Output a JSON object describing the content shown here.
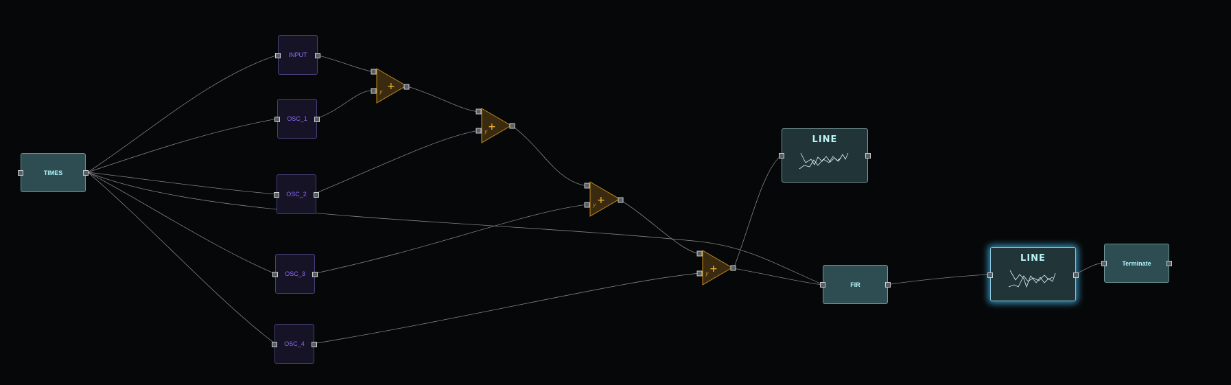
{
  "nodes": {
    "times": {
      "label": "TIMES"
    },
    "input": {
      "label": "INPUT"
    },
    "osc1": {
      "label": "OSC_1"
    },
    "osc2": {
      "label": "OSC_2"
    },
    "osc3": {
      "label": "OSC_3"
    },
    "osc4": {
      "label": "OSC_4"
    },
    "line1": {
      "label": "LINE"
    },
    "line2": {
      "label": "LINE"
    },
    "fir": {
      "label": "FIR"
    },
    "terminate": {
      "label": "Terminate"
    }
  },
  "adders": [
    {
      "symbol": "+",
      "port_label": "y"
    },
    {
      "symbol": "+",
      "port_label": "y"
    },
    {
      "symbol": "+",
      "port_label": "y"
    },
    {
      "symbol": "+",
      "port_label": "y"
    }
  ],
  "colors": {
    "background": "#060708",
    "wire": "#9a9a9a",
    "adder_fill": "#3a2b10",
    "adder_stroke": "#c58b1d",
    "adder_symbol": "#ffc23a",
    "teal_node": "#2e4d52",
    "purple_text": "#8a6cf3"
  },
  "icons": [
    "adder-triangle-icon",
    "waveform-preview-icon"
  ]
}
